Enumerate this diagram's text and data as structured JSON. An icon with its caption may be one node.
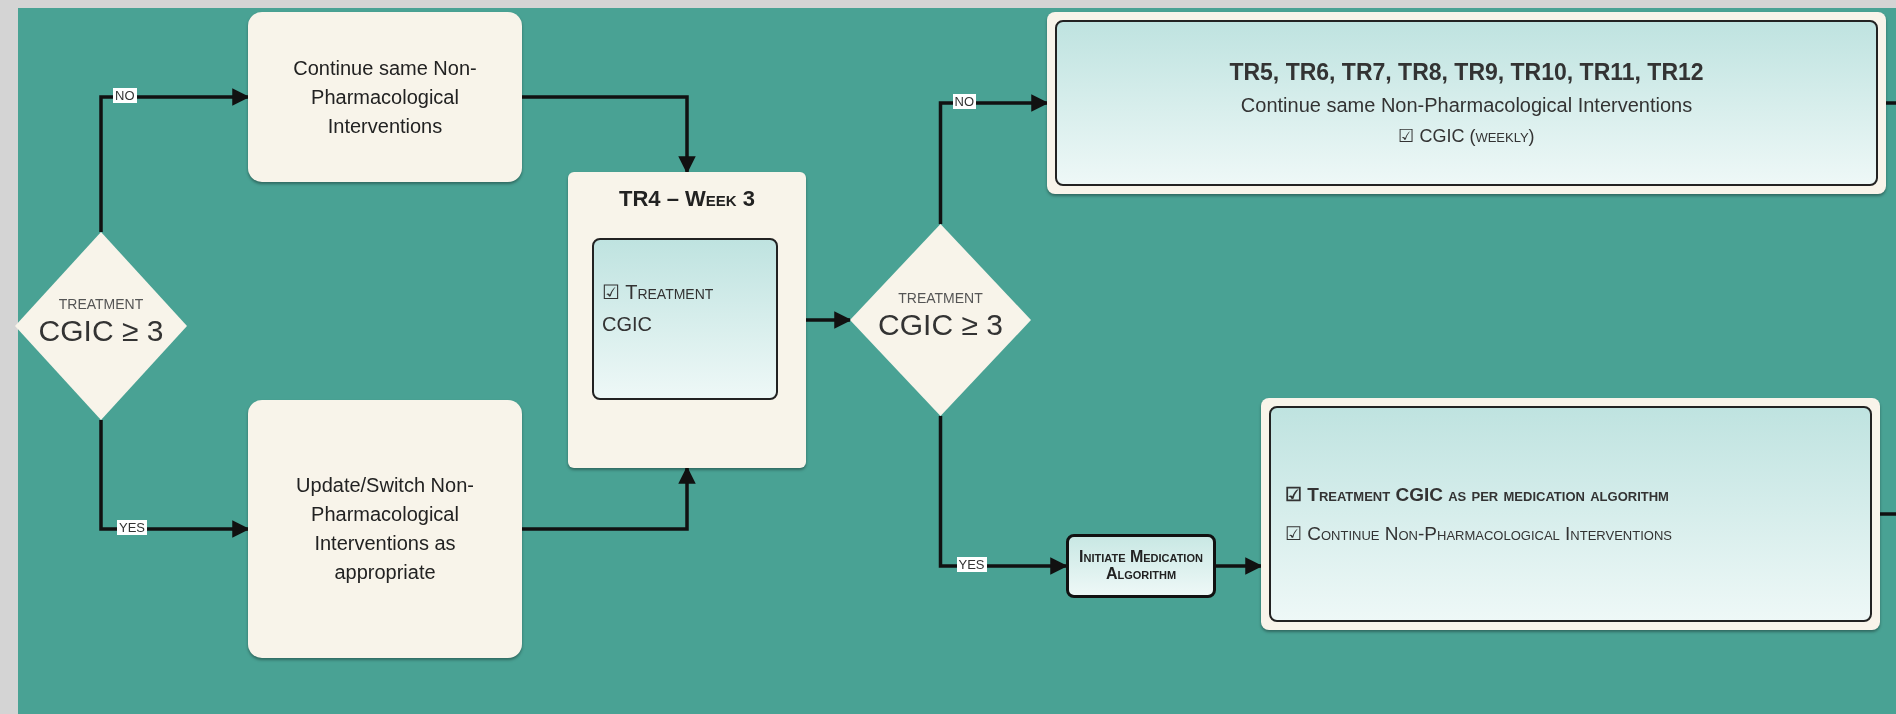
{
  "diagram": {
    "nodes": [
      {
        "text": [
          "TREATMENT",
          "CGIC ≥ 3"
        ]
      },
      {
        "text": [
          "Continue same Non-Pharmacological Interventions"
        ]
      },
      {
        "text": [
          "Update/Switch Non-Pharmacological Interventions as appropriate"
        ]
      },
      {
        "text": [
          "TR4 – Week 3"
        ]
      },
      {
        "text": [
          "☑ Treatment CGIC"
        ],
        "in": 3
      },
      {
        "text": [
          "TREATMENT",
          "CGIC ≥ 3"
        ]
      },
      {
        "text": [
          "TR5, TR6, TR7, TR8, TR9, TR10, TR11, TR12",
          "Continue same Non-Pharmacological Interventions",
          "☑ CGIC (weekly)"
        ]
      },
      {
        "text": [
          "Initiate Medication Algorithm"
        ]
      },
      {
        "text": [
          "☑ Treatment CGIC as per medication algorithm",
          "☑ Continue Non-Pharmacological Interventions"
        ]
      }
    ],
    "edges": [
      {
        "from": 0,
        "to": 1,
        "arrow": "to",
        "label": "NO"
      },
      {
        "from": 0,
        "to": 2,
        "arrow": "to",
        "label": "YES"
      },
      {
        "from": 1,
        "to": 3,
        "arrow": "to"
      },
      {
        "from": 2,
        "to": 3,
        "arrow": "to"
      },
      {
        "from": 3,
        "to": 5,
        "arrow": "to"
      },
      {
        "from": 5,
        "to": 6,
        "arrow": "to",
        "label": "NO"
      },
      {
        "from": 5,
        "to": 7,
        "arrow": "to",
        "label": "YES"
      },
      {
        "from": 7,
        "to": 8,
        "arrow": "to"
      },
      {
        "from": 6,
        "to": null,
        "arrow": "none"
      },
      {
        "from": 8,
        "to": null,
        "arrow": "none"
      }
    ]
  }
}
